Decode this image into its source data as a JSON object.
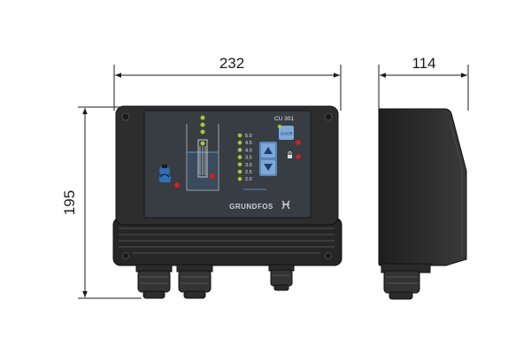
{
  "dimensions": {
    "width": "232",
    "depth": "114",
    "height": "195"
  },
  "panel": {
    "model": "CU 301",
    "brand": "GRUNDFOS",
    "onoff_label": "On/Off",
    "levels": [
      "5.0",
      "4.5",
      "4.0",
      "3.5",
      "3.0",
      "2.5",
      "2.0"
    ]
  },
  "colors": {
    "housing": "#2b2b2b",
    "panel": "#3a3f45",
    "button": "#4d88c9",
    "led_red": "#d21e1e",
    "led_green": "#a8c832"
  }
}
